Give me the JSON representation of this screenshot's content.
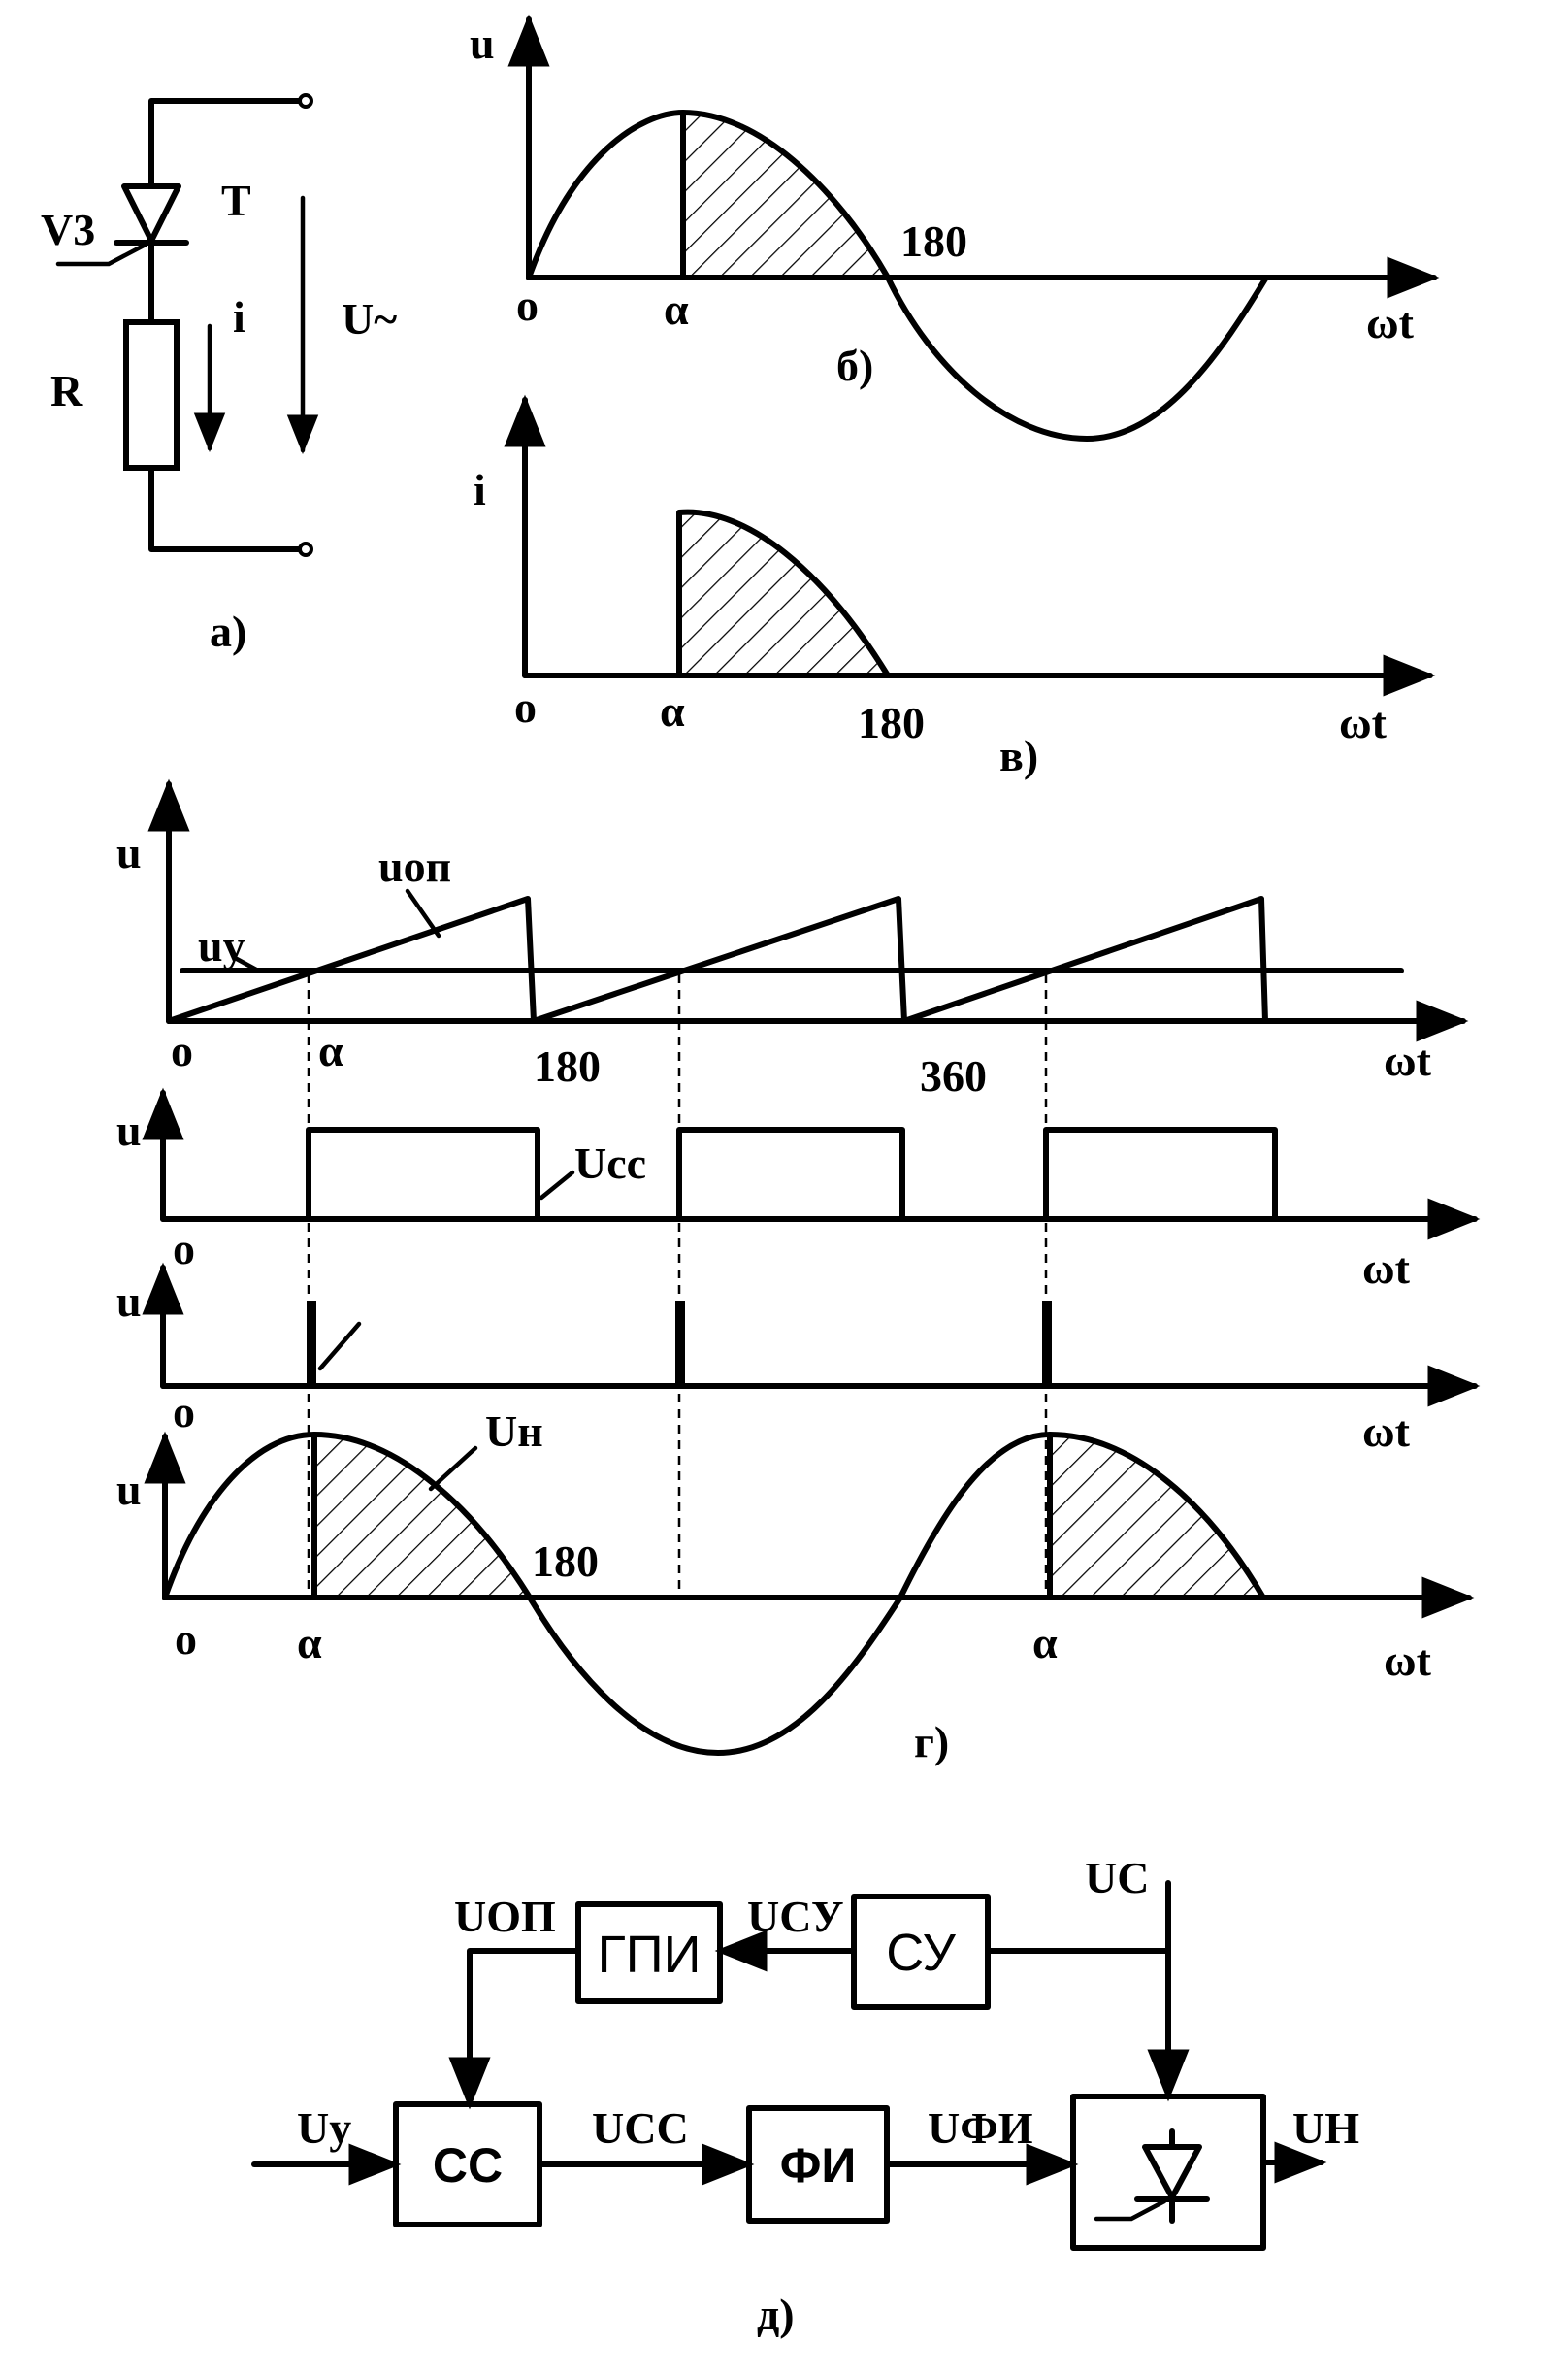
{
  "circuit": {
    "label_v3": "V3",
    "label_t": "T",
    "label_i": "i",
    "label_r": "R",
    "label_u": "U~",
    "caption": "а)"
  },
  "panel_b": {
    "y_label": "u",
    "origin": "о",
    "alpha": "α",
    "tick_180": "180",
    "x_label": "ωt",
    "caption": "б)"
  },
  "panel_v": {
    "y_label": "i",
    "origin": "о",
    "alpha": "α",
    "tick_180": "180",
    "x_label": "ωt",
    "caption": "в)"
  },
  "panel_g": {
    "row1": {
      "y_label": "u",
      "ramp_label": "uоп",
      "ctrl_label": "uу",
      "origin": "о",
      "alpha": "α",
      "tick_180": "180",
      "tick_360": "360",
      "x_label": "ωt"
    },
    "row2": {
      "y_label": "u",
      "signal_label": "Uсс",
      "origin": "о",
      "x_label": "ωt"
    },
    "row3": {
      "y_label": "u",
      "origin": "о",
      "x_label": "ωt"
    },
    "row4": {
      "y_label": "u",
      "load_label": "Uн",
      "origin": "о",
      "alpha": "α",
      "alpha2": "α",
      "tick_180": "180",
      "x_label": "ωt"
    },
    "caption": "г)"
  },
  "block_diagram": {
    "gpi": "ГПИ",
    "su": "СУ",
    "ss": "СС",
    "fi": "ФИ",
    "u_op": "UОП",
    "u_su": "UСУ",
    "u_c": "UС",
    "u_y": "Uу",
    "u_ss": "UСС",
    "u_fi": "UФИ",
    "u_n": "UН",
    "caption": "д)"
  }
}
